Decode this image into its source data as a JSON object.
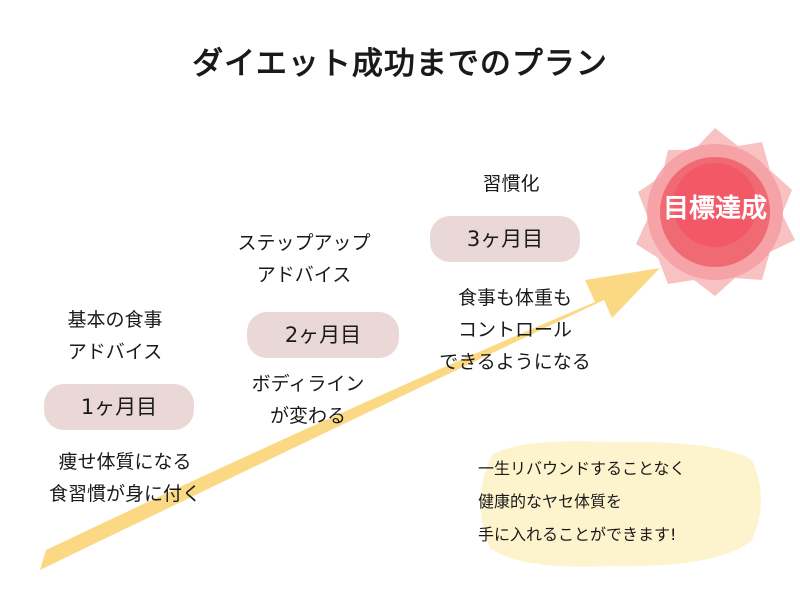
{
  "title": "ダイエット成功までのプラン",
  "goal": {
    "label": "目標達成"
  },
  "steps": [
    {
      "top_label": [
        "基本の食事",
        "アドバイス"
      ],
      "month": "1ヶ月目",
      "bottom_label": [
        "痩せ体質になる",
        "食習慣が身に付く"
      ]
    },
    {
      "top_label": [
        "ステップアップ",
        "アドバイス"
      ],
      "month": "2ヶ月目",
      "bottom_label": [
        "ボディライン",
        "が変わる"
      ]
    },
    {
      "top_label": [
        "習慣化"
      ],
      "month": "3ヶ月目",
      "bottom_label": [
        "食事も体重も",
        "コントロール",
        "できるようになる"
      ]
    }
  ],
  "note": [
    "一生リバウンドすることなく",
    "健康的なヤセ体質を",
    "手に入れることができます!"
  ],
  "colors": {
    "arrow": "#fbd67a",
    "pill": "#ead8d7",
    "goal_outer": "#f4a6a8",
    "goal_inner": "#f05e69",
    "note_bg": "#fdf2c8"
  }
}
